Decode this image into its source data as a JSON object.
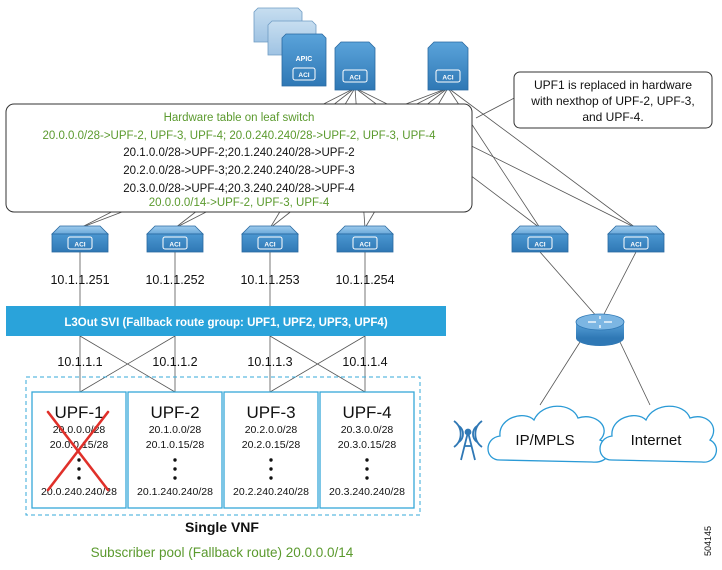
{
  "callout": [
    "UPF1 is replaced in hardware",
    "with nexthop of UPF-2, UPF-3,",
    "and UPF-4."
  ],
  "hw_table": {
    "title": "Hardware table on leaf switch",
    "rows": [
      {
        "text": "20.0.0.0/28->UPF-2, UPF-3, UPF-4; 20.0.240.240/28->UPF-2, UPF-3, UPF-4",
        "style": "green"
      },
      {
        "text": "20.1.0.0/28->UPF-2;20.1.240.240/28->UPF-2",
        "style": "black"
      },
      {
        "text": "20.2.0.0/28->UPF-3;20.2.240.240/28->UPF-3",
        "style": "black"
      },
      {
        "text": "20.3.0.0/28->UPF-4;20.3.240.240/28->UPF-4",
        "style": "black"
      },
      {
        "text": "20.0.0.0/14->UPF-2, UPF-3, UPF-4",
        "style": "green"
      }
    ]
  },
  "apic_label": "APIC",
  "aci_label": "ACI",
  "leaf_ips": [
    "10.1.1.251",
    "10.1.1.252",
    "10.1.1.253",
    "10.1.1.254"
  ],
  "l3out_label": "L3Out SVI (Fallback route group: UPF1, UPF2, UPF3, UPF4)",
  "upf_ips": [
    "10.1.1.1",
    "10.1.1.2",
    "10.1.1.3",
    "10.1.1.4"
  ],
  "upfs": [
    {
      "name": "UPF-1",
      "routes": [
        "20.0.0.0/28",
        "20.0.0.15/28"
      ],
      "last": "20.0.240.240/28",
      "failed": true
    },
    {
      "name": "UPF-2",
      "routes": [
        "20.1.0.0/28",
        "20.1.0.15/28"
      ],
      "last": "20.1.240.240/28",
      "failed": false
    },
    {
      "name": "UPF-3",
      "routes": [
        "20.2.0.0/28",
        "20.2.0.15/28"
      ],
      "last": "20.2.240.240/28",
      "failed": false
    },
    {
      "name": "UPF-4",
      "routes": [
        "20.3.0.0/28",
        "20.3.0.15/28"
      ],
      "last": "20.3.240.240/28",
      "failed": false
    }
  ],
  "vnf_label": "Single VNF",
  "pool_label": "Subscriber pool (Fallback route) 20.0.0.0/14",
  "clouds": [
    "IP/MPLS",
    "Internet"
  ],
  "figure_id": "504145",
  "colors": {
    "green": "#5b9a2e",
    "blue": "#1f9ad6",
    "switch": "#4a8fc8",
    "red": "#e0302a",
    "dash": "#35a8d8"
  }
}
